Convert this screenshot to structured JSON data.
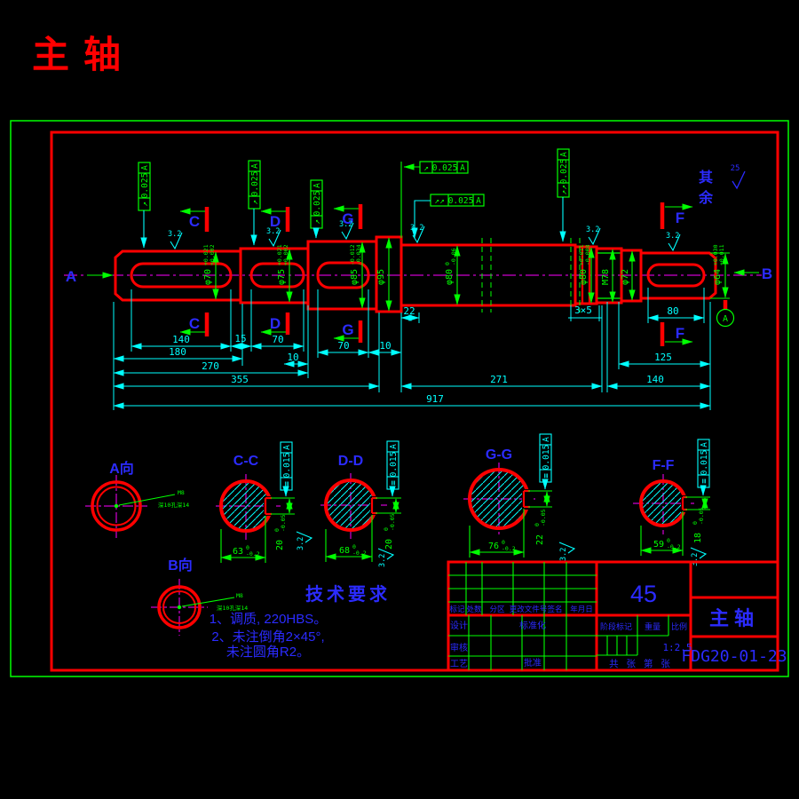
{
  "page": {
    "title": "主轴"
  },
  "shaft": {
    "view_arrow_left": "A",
    "view_arrow_right": "B",
    "section_c": "C",
    "section_d": "D",
    "section_g": "G",
    "section_f": "F",
    "rough_value": "3.2",
    "rest": {
      "char1": "其",
      "char2": "余",
      "value": "25"
    },
    "frame": {
      "sym_runout": "↗",
      "sym_total_runout": "↗↗",
      "tol": "0.025",
      "datum": "A"
    },
    "datum_label": "A",
    "dia": {
      "phi70": {
        "v": "φ70",
        "up": "+0.021",
        "dn": "+0.002"
      },
      "phi75": {
        "v": "φ75",
        "up": "+0.021",
        "dn": "+0.002"
      },
      "phi85": {
        "v": "φ85",
        "up": "-0.012",
        "dn": "-0.034"
      },
      "phi95": {
        "v": "φ95"
      },
      "phi80a": {
        "v": "φ80",
        "up": "0",
        "dn": "-0.06"
      },
      "phi80b": {
        "v": "φ80",
        "up": "+0.011",
        "dn": "-0.008"
      },
      "m78": {
        "v": "M78"
      },
      "phi72": {
        "v": "φ72"
      },
      "phi64": {
        "v": "φ64",
        "up": "+0.030",
        "dn": "+0.011"
      }
    },
    "dims": {
      "d140": "140",
      "d15": "15",
      "d70d": "70",
      "d180": "180",
      "d10a": "10",
      "d270": "270",
      "d70g": "70",
      "d10b": "10",
      "d355": "355",
      "d22": "22",
      "d271": "271",
      "d3x5": "3×5",
      "d80": "80",
      "d125": "125",
      "d140r": "140",
      "d917": "917"
    }
  },
  "sections": {
    "frame": {
      "sym": "≡",
      "tol": "0.015",
      "datum": "A"
    },
    "rough": "3.2",
    "a_view": {
      "label": "A向",
      "thread": "M8",
      "note": "深10孔深14"
    },
    "b_view": {
      "label": "B向",
      "thread": "M8",
      "note": "深10孔深14"
    },
    "cc": {
      "label": "C-C",
      "w": "63",
      "w_up": "0",
      "w_dn": "-0.2",
      "k": "20",
      "k_up": "0",
      "k_dn": "-0.05"
    },
    "dd": {
      "label": "D-D",
      "w": "68",
      "w_up": "0",
      "w_dn": "-0.2",
      "k": "20",
      "k_up": "0",
      "k_dn": "-0.05"
    },
    "gg": {
      "label": "G-G",
      "w": "76",
      "w_up": "0",
      "w_dn": "-0.2",
      "k": "22",
      "k_up": "0",
      "k_dn": "-0.05"
    },
    "ff": {
      "label": "F-F",
      "w": "59",
      "w_up": "0",
      "w_dn": "-0.2",
      "k": "18",
      "k_up": "0",
      "k_dn": "-0.05"
    }
  },
  "tech": {
    "title": "技术要求",
    "line1": "1、调质, 220HBS。",
    "line2": "2、未注倒角2×45°,",
    "line3": "未注圆角R2。"
  },
  "tblock": {
    "material": "45",
    "part_name": "主轴",
    "drawing_no": "FDG20-01-23",
    "headers": [
      "标记",
      "处数",
      "分区",
      "更改文件号",
      "签名",
      "年月日"
    ],
    "design": "设计",
    "standardize": "标准化",
    "check": "审核",
    "process": "工艺",
    "approve": "批准",
    "stage": "阶段标记",
    "weight": "重量",
    "scale_label": "比例",
    "scale": "1:2.5",
    "sheet": "共 张 第 张"
  }
}
